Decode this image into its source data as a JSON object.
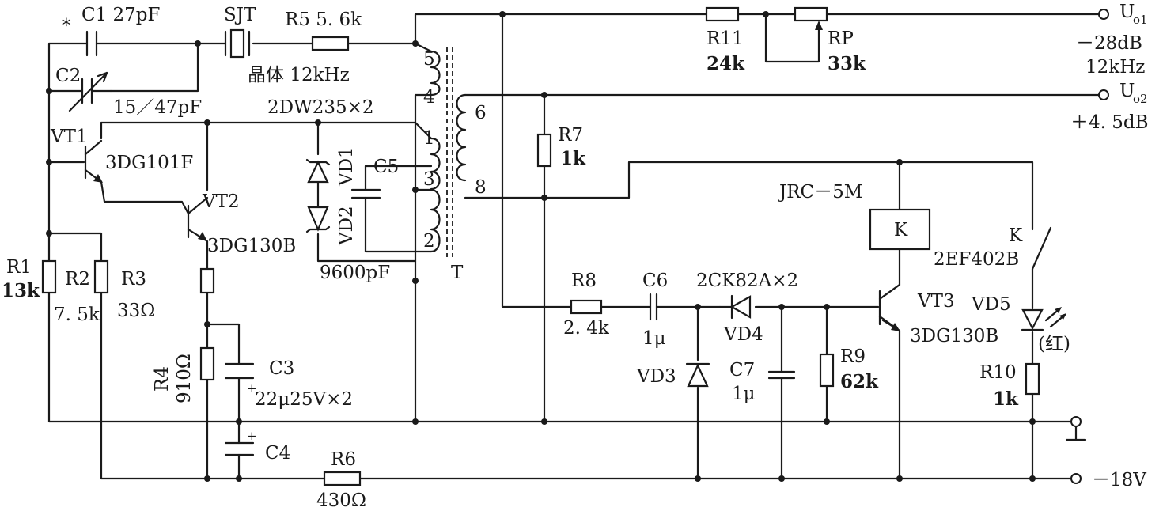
{
  "labels": {
    "c1": "C1 27pF",
    "c1_star": "*",
    "sjt": "SJT",
    "r5": "R5 5. 6k",
    "crystal": "晶体 12kHz",
    "c2": "C2",
    "c2_val": "15／47pF",
    "vt1": "VT1",
    "vt1_type": "3DG101F",
    "vt2": "VT2",
    "vt2_type": "3DG130B",
    "zener": "2DW235×2",
    "vd1": "VD1",
    "vd2": "VD2",
    "c5": "C5",
    "c5_val": "9600pF",
    "t": "T",
    "pin5": "5",
    "pin4": "4",
    "pin1": "1",
    "pin3": "3",
    "pin2": "2",
    "pin6": "6",
    "pin8": "8",
    "r1": "R1",
    "r1_val": "13k",
    "r2": "R2",
    "r2_val": "7. 5k",
    "r3": "R3",
    "r3_val": "33Ω",
    "r4": "R4",
    "r4_val": "910Ω",
    "c3": "C3",
    "c3_val": "22μ25V×2",
    "c4": "C4",
    "r6": "R6",
    "r6_val": "430Ω",
    "r11": "R11",
    "r11_val": "24k",
    "rp": "RP",
    "rp_val": "33k",
    "uo1_u": "U",
    "uo1_sub": "o1",
    "uo1_db": "－28dB",
    "uo1_freq": "12kHz",
    "uo2_u": "U",
    "uo2_sub": "o2",
    "uo2_db": "＋4. 5dB",
    "r7": "R7",
    "r7_val": "1k",
    "jrc": "JRC－5M",
    "k_box": "K",
    "k_switch": "K",
    "switch_type": "2EF402B",
    "r8": "R8",
    "r8_val": "2. 4k",
    "c6": "C6",
    "c6_val": "1μ",
    "vd4_type": "2CK82A×2",
    "vd4": "VD4",
    "vd3": "VD3",
    "c7": "C7",
    "c7_val": "1μ",
    "r9": "R9",
    "r9_val": "62k",
    "vt3": "VT3",
    "vt3_type": "3DG130B",
    "vd5": "VD5",
    "vd5_color": "(红)",
    "r10": "R10",
    "r10_val": "1k",
    "minus18": "－18V"
  }
}
